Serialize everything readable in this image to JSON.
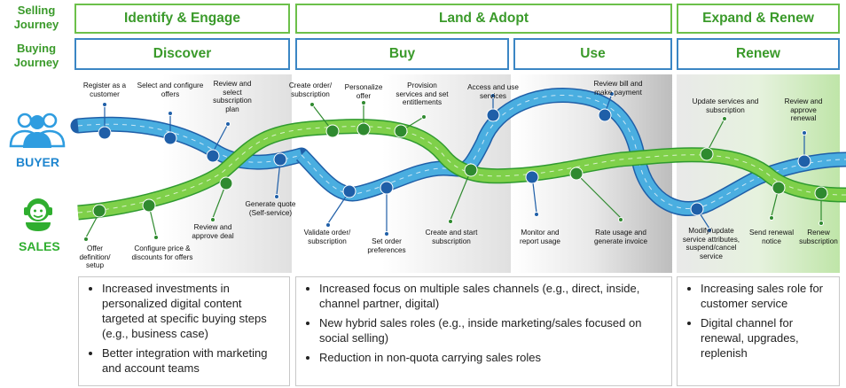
{
  "side_labels": {
    "selling_journey": "Selling Journey",
    "buying_journey": "Buying Journey"
  },
  "selling_stages": [
    {
      "label": "Identify & Engage"
    },
    {
      "label": "Land & Adopt"
    },
    {
      "label": "Expand & Renew"
    }
  ],
  "buying_stages": [
    {
      "label": "Discover"
    },
    {
      "label": "Buy"
    },
    {
      "label": "Use"
    },
    {
      "label": "Renew"
    }
  ],
  "roles": {
    "buyer": "BUYER",
    "sales": "SALES"
  },
  "colors": {
    "green": "#6cc04a",
    "dark_green": "#3a9a2a",
    "blue_road": "#4aaee0",
    "dark_blue": "#1f5fa8",
    "buyer_icon": "#2f9de0",
    "sales_icon": "#2fae2f"
  },
  "buyer_steps": [
    {
      "label": "Register as a customer"
    },
    {
      "label": "Select and configure offers"
    },
    {
      "label": "Review and select subscription plan"
    },
    {
      "label": "Generate quote (Self-service)"
    },
    {
      "label": "Validate order/ subscription"
    },
    {
      "label": "Set order preferences"
    },
    {
      "label": "Access and use services"
    },
    {
      "label": "Review bill and make payment"
    },
    {
      "label": "Monitor and report usage"
    },
    {
      "label": "Modify/update service attributes, suspend/cancel service"
    },
    {
      "label": "Review and approve renewal"
    }
  ],
  "sales_steps": [
    {
      "label": "Offer definition/ setup"
    },
    {
      "label": "Configure price & discounts for offers"
    },
    {
      "label": "Review and approve deal"
    },
    {
      "label": "Create order/ subscription"
    },
    {
      "label": "Personalize offer"
    },
    {
      "label": "Provision services and set entitlements"
    },
    {
      "label": "Create and start subscription"
    },
    {
      "label": "Rate usage and generate invoice"
    },
    {
      "label": "Update services and subscription"
    },
    {
      "label": "Send renewal notice"
    },
    {
      "label": "Renew subscription"
    }
  ],
  "bullets": {
    "identify": [
      "Increased investments in personalized digital content targeted at specific buying steps (e.g., business case)",
      "Better integration with marketing and account teams"
    ],
    "land": [
      "Increased focus on multiple sales channels (e.g., direct, inside, channel partner, digital)",
      "New hybrid sales roles (e.g., inside marketing/sales focused on social selling)",
      "Reduction in non-quota carrying sales roles"
    ],
    "expand": [
      "Increasing sales role for customer service",
      "Digital channel for renewal, upgrades, replenish"
    ]
  }
}
